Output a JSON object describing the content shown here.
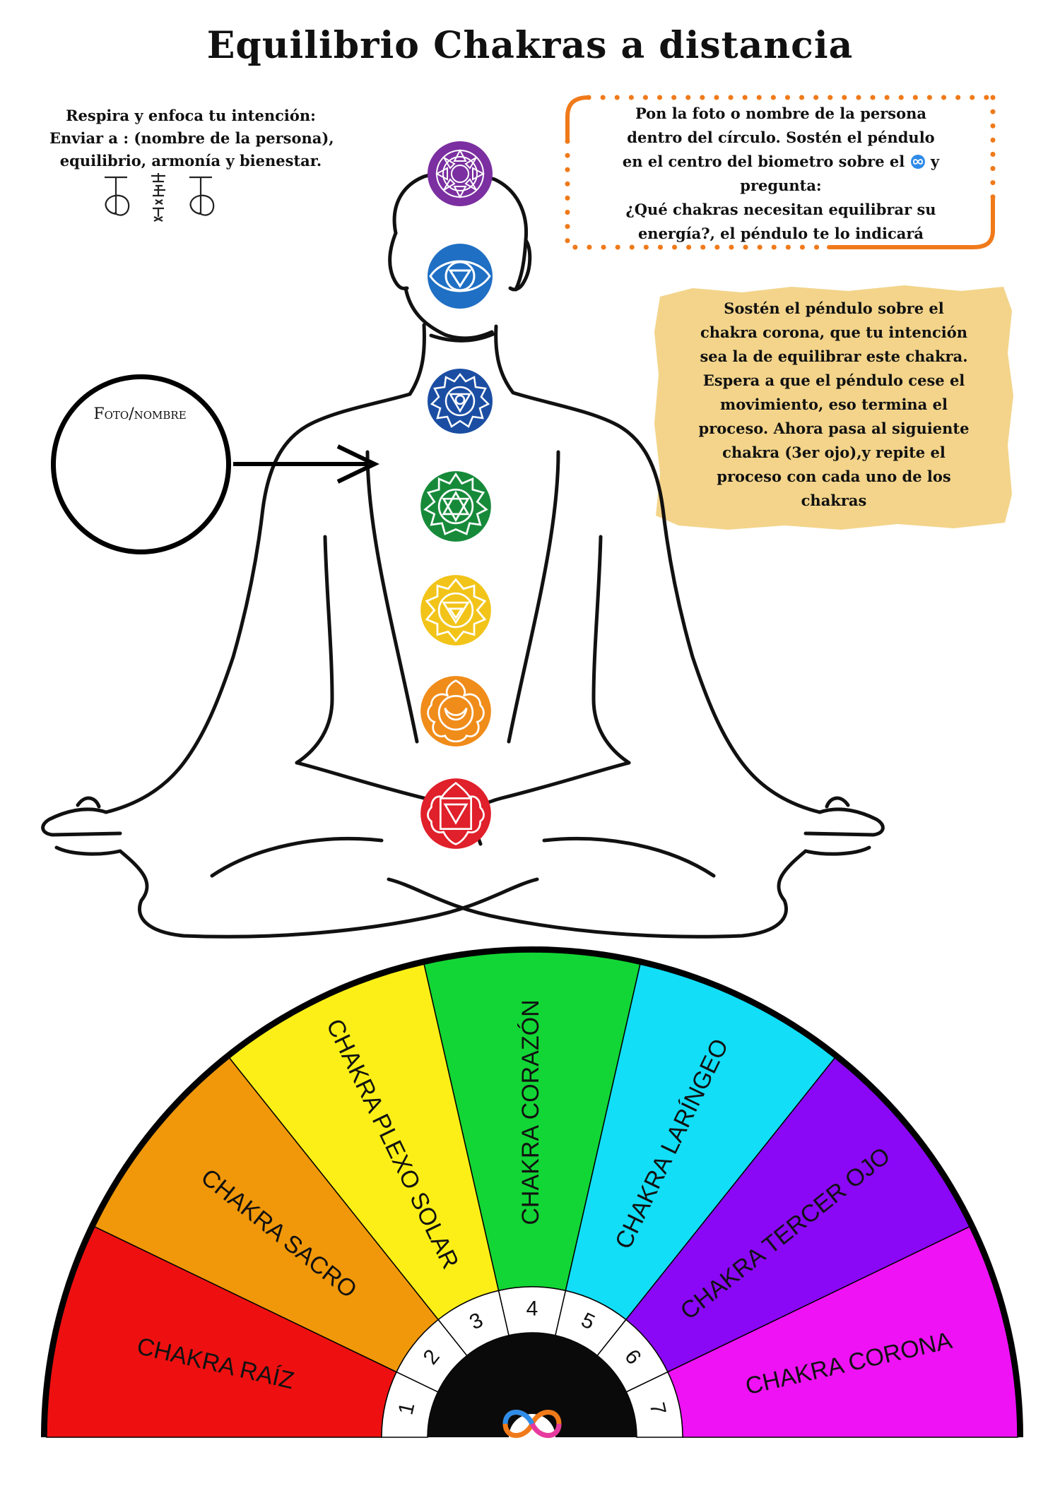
{
  "title": "Equilibrio Chakras a distancia",
  "intent": {
    "lines": [
      "Respira y enfoca tu intención:",
      "Enviar a : (nombre de la persona),",
      "equilibrio, armonía y bienestar."
    ]
  },
  "instructions": {
    "lines": [
      "Pon la foto o nombre de la persona",
      "dentro del círculo.  Sostén el péndulo",
      "en el centro del biometro sobre el",
      "pregunta:",
      "¿Qué chakras necesitan equilibrar su",
      "energía?, el péndulo te lo indicará"
    ],
    "line3_suffix": "y",
    "border_color": "#f07a1a"
  },
  "procedure": {
    "lines": [
      "Sostén el péndulo sobre el",
      "chakra corona, que tu intención",
      "sea la de equilibrar este chakra.",
      "Espera a que el péndulo cese el",
      "movimiento, eso termina el",
      "proceso. Ahora pasa al siguiente",
      "chakra (3er ojo),y repite el",
      "proceso con cada uno de los",
      "chakras"
    ],
    "background": "#f3d48a"
  },
  "photo": {
    "label": "Foto/nombre"
  },
  "chakra_icons": [
    {
      "name": "crown-chakra-icon",
      "color": "#7b2fa0"
    },
    {
      "name": "third-eye-chakra-icon",
      "color": "#1f6fc4"
    },
    {
      "name": "throat-chakra-icon",
      "color": "#1b4ea3"
    },
    {
      "name": "heart-chakra-icon",
      "color": "#178a3a"
    },
    {
      "name": "solar-plexus-chakra-icon",
      "color": "#f2c419"
    },
    {
      "name": "sacral-chakra-icon",
      "color": "#f08c1a"
    },
    {
      "name": "root-chakra-icon",
      "color": "#e0202a"
    }
  ],
  "biometer": {
    "segments": [
      {
        "label": "CHAKRA RAÍZ",
        "number": "1",
        "color": "#ee1010"
      },
      {
        "label": "CHAKRA SACRO",
        "number": "2",
        "color": "#f0980a"
      },
      {
        "label": "CHAKRA PLEXO SOLAR",
        "number": "3",
        "color": "#fbef17"
      },
      {
        "label": "CHAKRA CORAZÓN",
        "number": "4",
        "color": "#12d635"
      },
      {
        "label": "CHAKRA LARÍNGEO",
        "number": "5",
        "color": "#12def7"
      },
      {
        "label": "CHAKRA TERCER OJO",
        "number": "6",
        "color": "#8a08f5"
      },
      {
        "label": "CHAKRA CORONA",
        "number": "7",
        "color": "#ef12f5"
      }
    ],
    "center_icon": "infinity-icon"
  }
}
